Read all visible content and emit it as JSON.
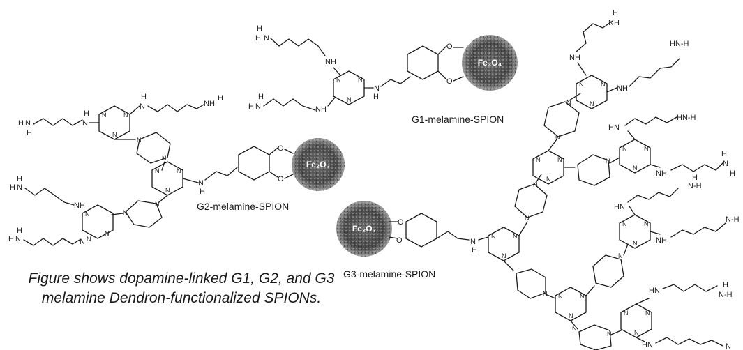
{
  "compounds": [
    {
      "name": "G1-melamine-SPION",
      "core": "Fe3O4",
      "core_label": "Fe₃O₄"
    },
    {
      "name": "G2-melamine-SPION",
      "core": "Fe2O3",
      "core_label": "Fe₂O₃"
    },
    {
      "name": "G3-melamine-SPION",
      "core": "Fe2O3",
      "core_label": "Fe₂O₃"
    }
  ],
  "caption": "Figure shows dopamine-linked G1, G2, and G3 melamine Dendron-functionalized SPIONs.",
  "colors": {
    "ink": "#1a1a1a",
    "nanoparticle": "#5a5a5a"
  }
}
